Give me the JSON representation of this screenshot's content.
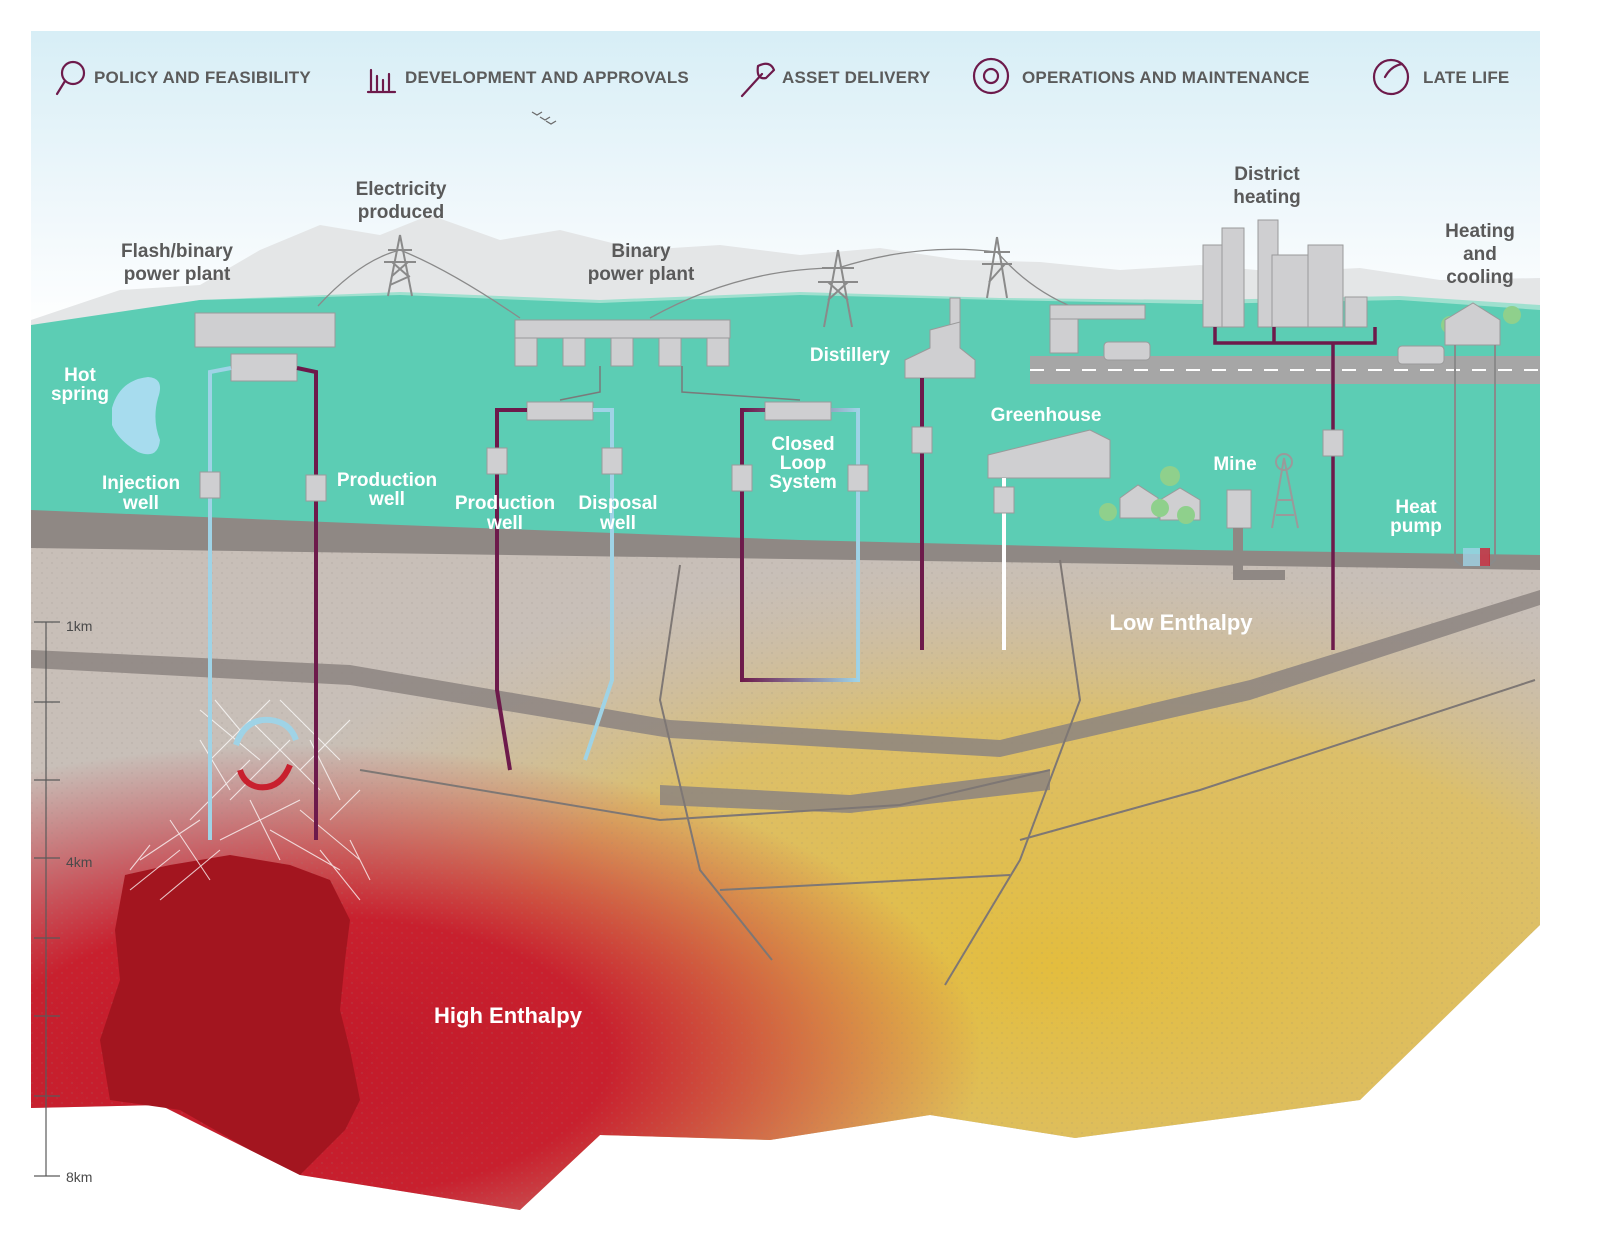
{
  "phases": [
    {
      "label": "POLICY AND FEASIBILITY",
      "icon": "magnifier-icon"
    },
    {
      "label": "DEVELOPMENT AND APPROVALS",
      "icon": "bar-chart-icon"
    },
    {
      "label": "ASSET DELIVERY",
      "icon": "wrench-icon"
    },
    {
      "label": "OPERATIONS AND MAINTENANCE",
      "icon": "gear-cycle-icon"
    },
    {
      "label": "LATE LIFE",
      "icon": "gear-leaf-icon"
    }
  ],
  "surface_labels": {
    "electricity": [
      "Electricity",
      "produced"
    ],
    "flash_plant": [
      "Flash/binary",
      "power plant"
    ],
    "binary_plant": [
      "Binary",
      "power plant"
    ],
    "district_heating": [
      "District",
      "heating"
    ],
    "heating_cooling": [
      "Heating",
      "and",
      "cooling"
    ],
    "distillery": "Distillery",
    "greenhouse": "Greenhouse",
    "mine": "Mine",
    "hot_spring": [
      "Hot",
      "spring"
    ],
    "injection_well": [
      "Injection",
      "well"
    ],
    "production_well_1": [
      "Production",
      "well"
    ],
    "production_well_2": [
      "Production",
      "well"
    ],
    "disposal_well": [
      "Disposal",
      "well"
    ],
    "closed_loop": [
      "Closed",
      "Loop",
      "System"
    ],
    "heat_pump": [
      "Heat",
      "pump"
    ]
  },
  "zones": {
    "low": "Low Enthalpy",
    "high": "High Enthalpy"
  },
  "depth_scale": {
    "top": "1km",
    "mid": "4km",
    "bottom": "8km"
  },
  "colors": {
    "accent": "#6d1a4b",
    "sky": "#dff1f7",
    "ground": "#5ccdb4",
    "high_enthalpy": "#c8202e",
    "low_enthalpy": "#e3be43",
    "injection_pipe": "#9fd3e6"
  }
}
